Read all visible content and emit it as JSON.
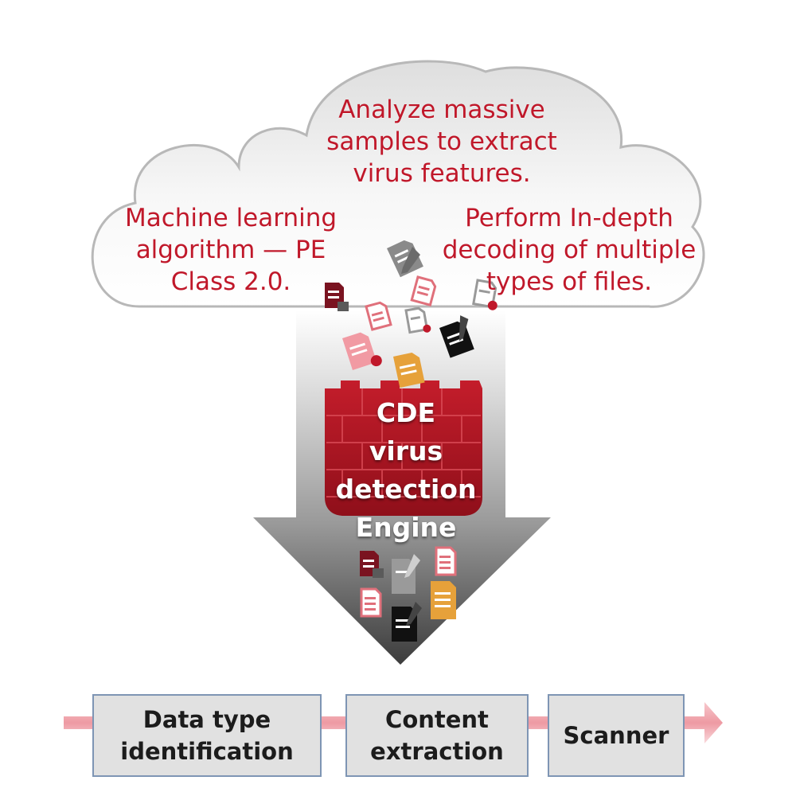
{
  "cloud": {
    "top_text": "Analyze massive samples to extract virus features.",
    "left_text": "Machine learning algorithm — PE Class 2.0.",
    "right_text": "Perform In-depth decoding of multiple types of files."
  },
  "engine": {
    "label_lines": [
      "CDE",
      "virus",
      "detection",
      "Engine"
    ]
  },
  "pipeline": {
    "stages": [
      {
        "lines": [
          "Data type",
          "identification"
        ]
      },
      {
        "lines": [
          "Content",
          "extraction"
        ]
      },
      {
        "lines": [
          "Scanner"
        ]
      }
    ]
  },
  "colors": {
    "text_red": "#c0182a",
    "wall_red": "#b11522",
    "box_border": "#7e95b4",
    "box_fill": "#e1e1e1",
    "band_pink": "#f2b9bf"
  },
  "icons": [
    "document-icon",
    "pen-document-icon",
    "lock-document-icon",
    "virus-document-icon"
  ]
}
